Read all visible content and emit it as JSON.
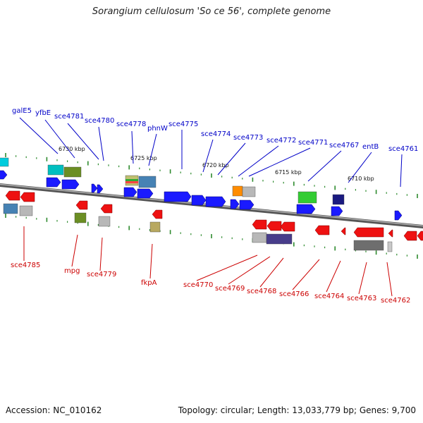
{
  "title": "Sorangium cellulosum 'So ce 56', complete genome",
  "footer": {
    "accession": "Accession: NC_010162",
    "summary": "Topology: circular; Length: 13,033,779 bp; Genes: 9,700"
  },
  "colors": {
    "forward_gene": "#1a1aff",
    "reverse_gene": "#ee1111",
    "forward_label": "#0000c8",
    "reverse_label": "#cc0000",
    "backbone": "#808080",
    "tick": "#2e8b2e"
  },
  "scale_labels": [
    "6730 kbp",
    "6725 kbp",
    "6720 kbp",
    "6715 kbp",
    "6710 kbp"
  ],
  "forward_labels": [
    "galE5",
    "yfbE",
    "sce4781",
    "sce4780",
    "sce4778",
    "phnW",
    "sce4775",
    "sce4774",
    "sce4773",
    "sce4772",
    "sce4771",
    "sce4767",
    "entB",
    "sce4761"
  ],
  "reverse_labels": [
    "sce4785",
    "mpg",
    "sce4779",
    "fkpA",
    "sce4770",
    "sce4769",
    "sce4768",
    "sce4766",
    "sce4764",
    "sce4763",
    "sce4762"
  ]
}
